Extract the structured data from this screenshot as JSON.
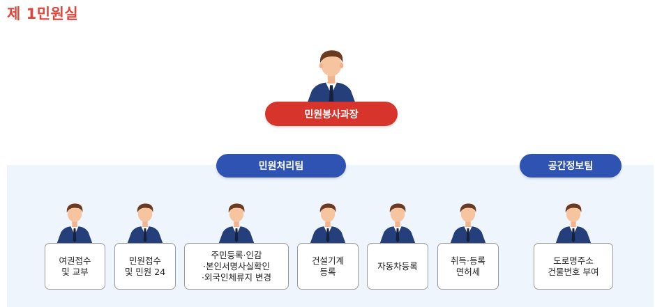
{
  "title": "제 1민원실",
  "head": {
    "label": "민원봉사과장"
  },
  "teams": [
    {
      "label": "민원처리팀"
    },
    {
      "label": "공간정보팀"
    }
  ],
  "desks": [
    {
      "lines": [
        "여권접수",
        "및 교부"
      ]
    },
    {
      "lines": [
        "민원접수",
        "및 민원 24"
      ]
    },
    {
      "lines": [
        "주민등록·인감",
        "·본인서명사실확인",
        "·외국인체류지 변경"
      ]
    },
    {
      "lines": [
        "건설기계",
        "등록"
      ]
    },
    {
      "lines": [
        "자동차등록"
      ]
    },
    {
      "lines": [
        "취득·등록",
        "면허세"
      ]
    },
    {
      "lines": [
        "도로명주소",
        "건물번호 부여"
      ]
    }
  ],
  "colors": {
    "title": "#e2443a",
    "head_pill": "#d7352c",
    "team_pill": "#2e53b3",
    "panel": "#eef5fc",
    "suit": "#243f7a"
  },
  "icons": [
    "person-icon"
  ]
}
